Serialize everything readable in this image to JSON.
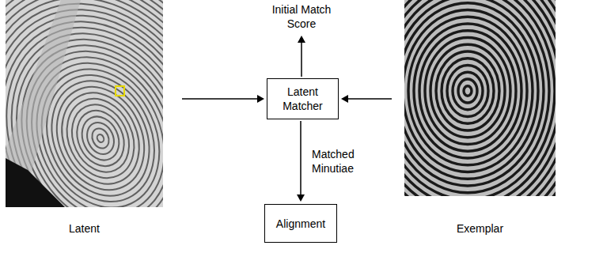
{
  "diagram": {
    "nodes": [
      {
        "text": [
          "Latent"
        ]
      },
      {
        "text": [
          "Latent Matcher"
        ]
      },
      {
        "text": [
          "Exemplar"
        ]
      },
      {
        "text": [
          "Alignment"
        ]
      }
    ],
    "edges": [
      {
        "from": 0,
        "to": 1,
        "arrow": "to"
      },
      {
        "from": 2,
        "to": 1,
        "arrow": "to"
      },
      {
        "from": 1,
        "to": 3,
        "label": "Matched Minutiae",
        "arrow": "to"
      }
    ],
    "labels": [
      "Initial Match Score"
    ]
  }
}
